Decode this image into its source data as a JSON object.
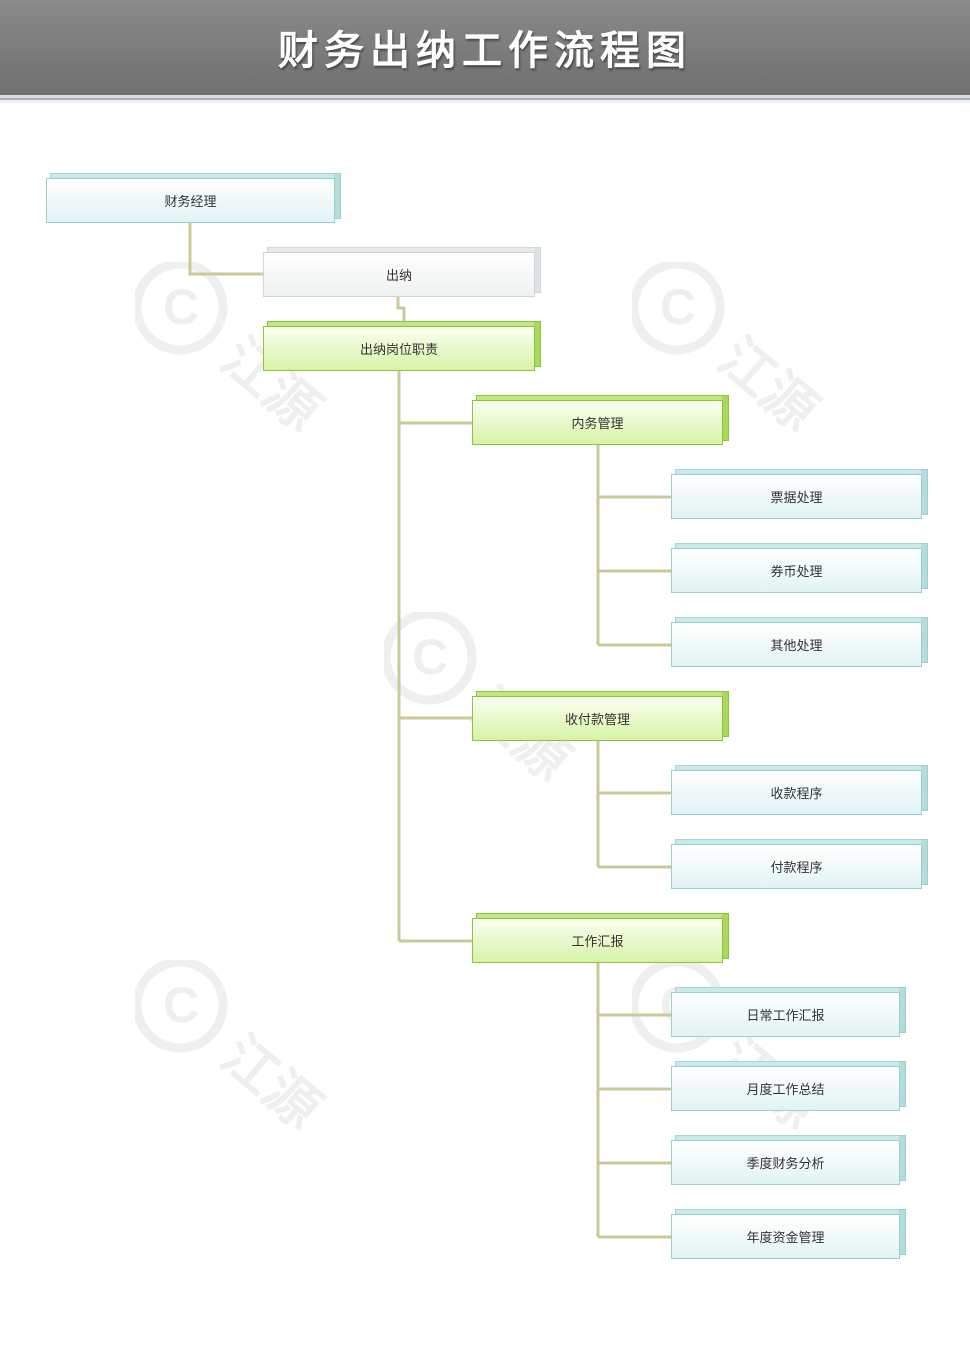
{
  "title": "财务出纳工作流程图",
  "watermark": {
    "text": "江源",
    "letter": "C"
  },
  "colors": {
    "connector": "#cbc99a",
    "header_bg": "#7d7d7d"
  },
  "nodes": {
    "finance_manager": "财务经理",
    "cashier": "出纳",
    "cashier_duties": "出纳岗位职责",
    "internal_management": "内务管理",
    "bill_processing": "票据处理",
    "currency_processing": "券币处理",
    "other_processing": "其他处理",
    "receipt_payment_management": "收付款管理",
    "receipt_procedure": "收款程序",
    "payment_procedure": "付款程序",
    "work_report": "工作汇报",
    "daily_report": "日常工作汇报",
    "monthly_summary": "月度工作总结",
    "quarterly_analysis": "季度财务分析",
    "annual_fund_management": "年度资金管理"
  }
}
